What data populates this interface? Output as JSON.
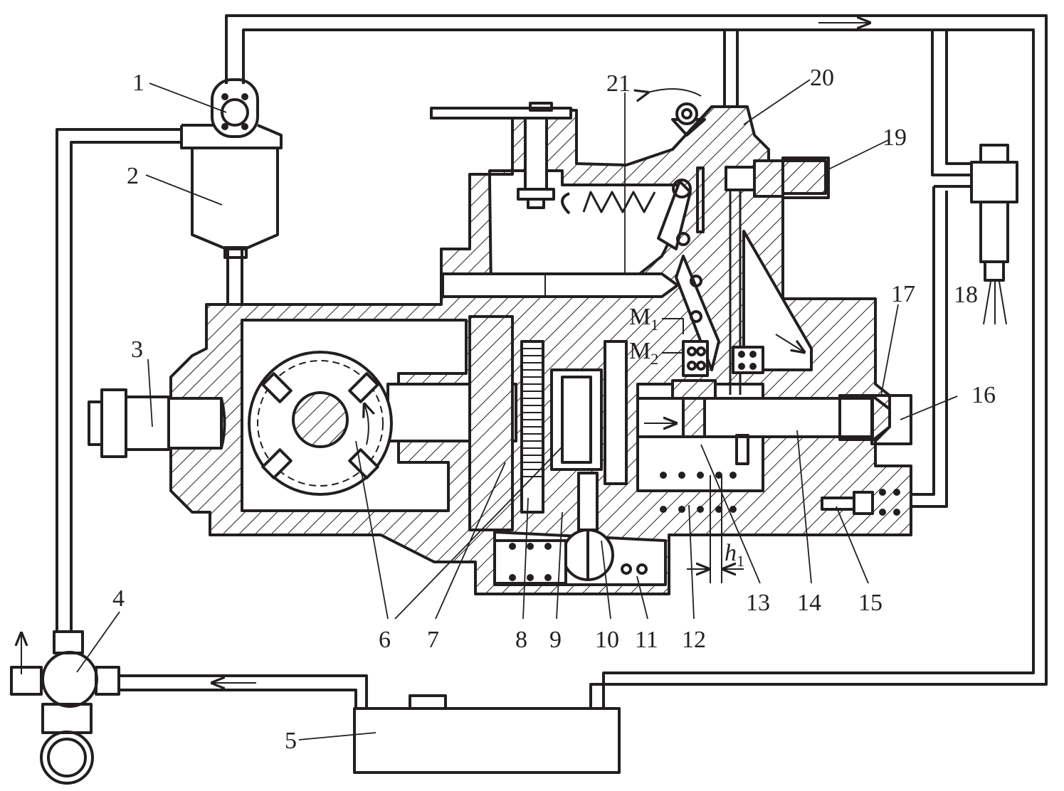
{
  "diagram": {
    "labels": {
      "l1": "1",
      "l2": "2",
      "l3": "3",
      "l4": "4",
      "l5": "5",
      "l6": "6",
      "l7": "7",
      "l8": "8",
      "l9": "9",
      "l10": "10",
      "l11": "11",
      "l12": "12",
      "l13": "13",
      "l14": "14",
      "l15": "15",
      "l16": "16",
      "l17": "17",
      "l18": "18",
      "l19": "19",
      "l20": "20",
      "l21": "21"
    },
    "marks": {
      "m1_base": "M",
      "m1_sub": "1",
      "m2_base": "M",
      "m2_sub": "2",
      "h1_base": "h",
      "h1_sub": "1"
    }
  },
  "colors": {
    "ink": "#231f20",
    "paper": "#ffffff"
  }
}
